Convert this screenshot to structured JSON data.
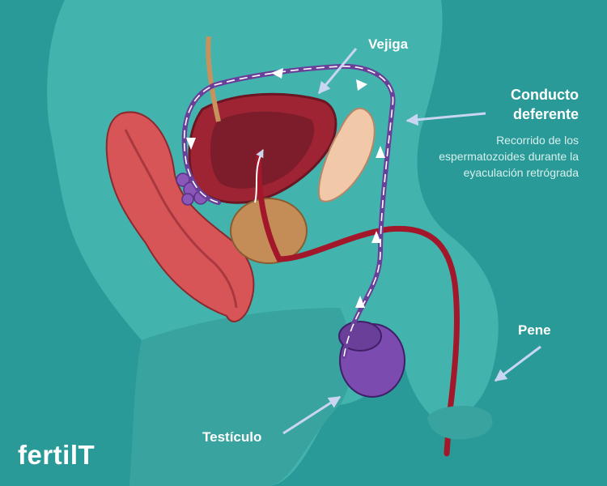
{
  "labels": {
    "vejiga": "Vejiga",
    "conducto_line1": "Conducto",
    "conducto_line2": "deferente",
    "description": "Recorrido de los espermatozoides durante la eyaculación retrógrada",
    "pene": "Pene",
    "testiculo": "Testículo"
  },
  "logo": {
    "text": "fertilT"
  },
  "colors": {
    "background": "#2a9a98",
    "body": "#43b3ad",
    "duct": "#6a3f9a",
    "testicle": "#7b4bb0",
    "bladder": "#9e2434",
    "urethra": "#a3172a",
    "prostate": "#c48d58",
    "seminal_vesicle": "#f1c9a8",
    "rectum": "#d85557",
    "arrows": "#c8d6f2"
  }
}
